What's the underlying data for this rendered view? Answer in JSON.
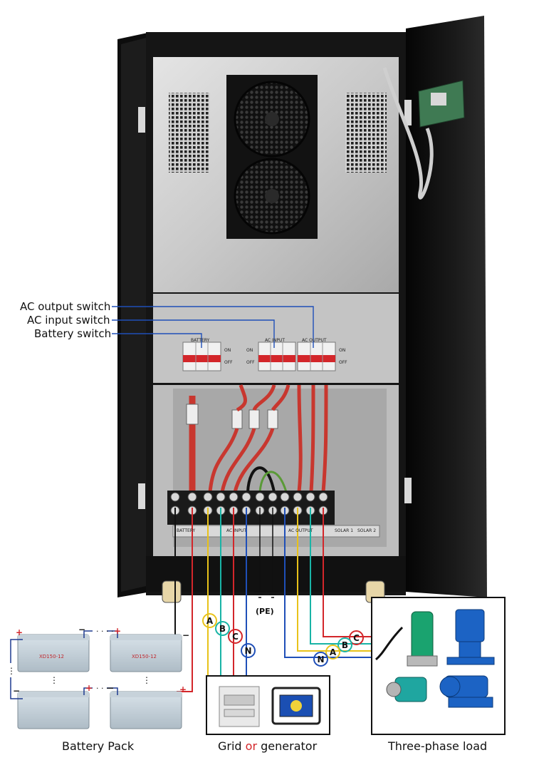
{
  "labels": {
    "ac_output_switch": "AC output switch",
    "ac_input_switch": "AC input switch",
    "battery_switch": "Battery switch",
    "pe": "(PE)"
  },
  "breaker_panel": {
    "battery": "BATTERY",
    "ac_input": "AC INPUT",
    "ac_output": "AC OUTPUT",
    "on": "ON",
    "off": "OFF"
  },
  "terminal_strip": {
    "battery": "BATTERY",
    "ac_input": "AC INPUT",
    "ac_output": "AC OUTPUT",
    "solar1": "SOLAR 1",
    "solar2": "SOLAR 2"
  },
  "phases": {
    "a": "A",
    "b": "B",
    "c": "C",
    "n": "N"
  },
  "battery_model": "XD150-12",
  "polarity": {
    "plus": "+",
    "minus": "−"
  },
  "captions": {
    "battery_pack": "Battery Pack",
    "grid": "Grid",
    "or": "or",
    "generator": "generator",
    "three_phase_load": "Three-phase load"
  },
  "colors": {
    "phase_a": "#e8c21a",
    "phase_b": "#19b4a6",
    "phase_c": "#d3262a",
    "neutral": "#1f4fb8",
    "battery_plus": "#d3262a",
    "battery_minus": "#111111",
    "switch_red": "#d3262a",
    "cabinet": "#141414",
    "leader_line": "#1f4fb8"
  }
}
